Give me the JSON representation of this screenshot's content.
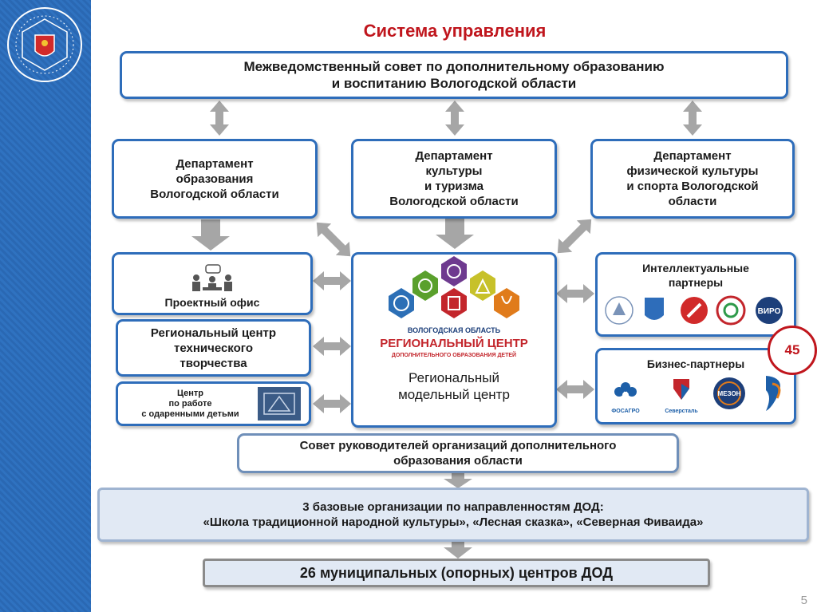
{
  "title": "Система управления",
  "council": {
    "line1": "Межведомственный совет по дополнительному образованию",
    "line2": "и воспитанию Вологодской области"
  },
  "dept_education": "Департамент\nобразования\nВологодской области",
  "dept_culture": "Департамент\nкультуры\nи туризма\nВологодской области",
  "dept_sport": "Департамент\nфизической культуры\nи спорта Вологодской\nобласти",
  "project_office": "Проектный офис",
  "tech_center": "Региональный центр\nтехнического\nтворчества",
  "gifted_center": "Центр\nпо работе\nс одаренными детьми",
  "model_center": {
    "logo_region": "ВОЛОГОДСКАЯ ОБЛАСТЬ",
    "logo_title": "РЕГИОНАЛЬНЫЙ ЦЕНТР",
    "logo_subtitle": "ДОПОЛНИТЕЛЬНОГО ОБРАЗОВАНИЯ ДЕТЕЙ",
    "label": "Региональный\nмодельный центр"
  },
  "intellectual_partners": {
    "label": "Интеллектуальные\nпартнеры",
    "logos": [
      "ВИРО"
    ]
  },
  "business_partners": {
    "label": "Бизнес-партнеры",
    "logos": [
      "ФОСАГРО",
      "Северсталь",
      "МЕЗОН"
    ]
  },
  "badge": "45",
  "managers_council": "Совет руководителей организаций дополнительного\nобразования области",
  "base_orgs": {
    "line1": "3 базовые организации по направленностям ДОД:",
    "line2": "«Школа традиционной народной культуры», «Лесная сказка», «Северная Фиваида»"
  },
  "municipal": "26 муниципальных (опорных) центров ДОД",
  "page_number": "5",
  "colors": {
    "border": "#2e6dba",
    "title": "#c0161d",
    "arrow": "#a6a6a6",
    "sidebar": "#2f72c0"
  }
}
